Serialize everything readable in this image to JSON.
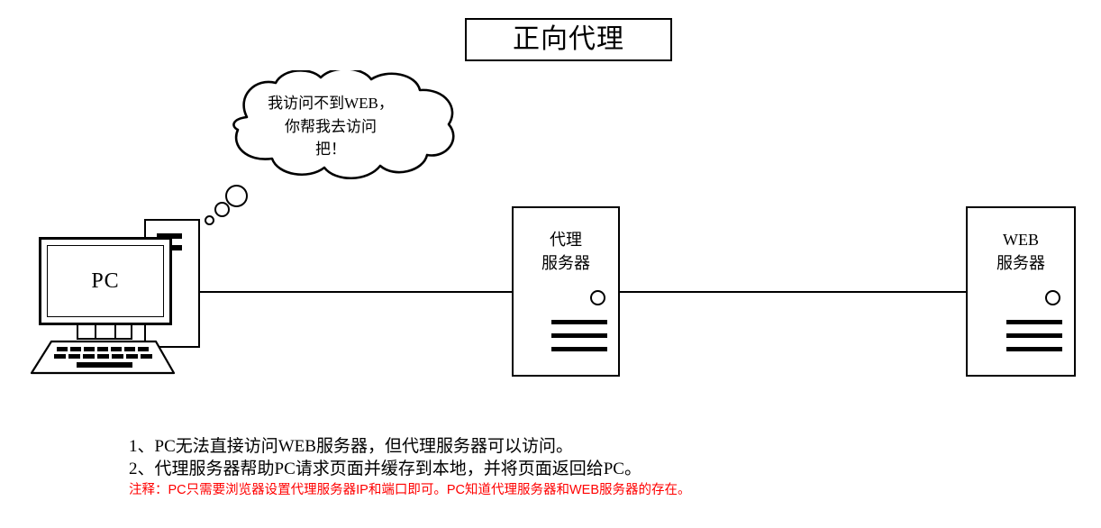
{
  "title": {
    "text": "正向代理"
  },
  "bubble": {
    "text": "我访问不到WEB，\n你帮我去访问\n把！"
  },
  "nodes": {
    "pc": {
      "label": "PC"
    },
    "proxy": {
      "label": "代理\n服务器"
    },
    "web": {
      "label": "WEB\n服务器"
    }
  },
  "captions": {
    "line1": "1、PC无法直接访问WEB服务器，但代理服务器可以访问。",
    "line2": "2、代理服务器帮助PC请求页面并缓存到本地，并将页面返回给PC。",
    "note": "注释：PC只需要浏览器设置代理服务器IP和端口即可。PC知道代理服务器和WEB服务器的存在。",
    "note_color": "#ff0000"
  },
  "colors": {
    "stroke": "#000000",
    "background": "#ffffff",
    "note": "#ff0000"
  }
}
